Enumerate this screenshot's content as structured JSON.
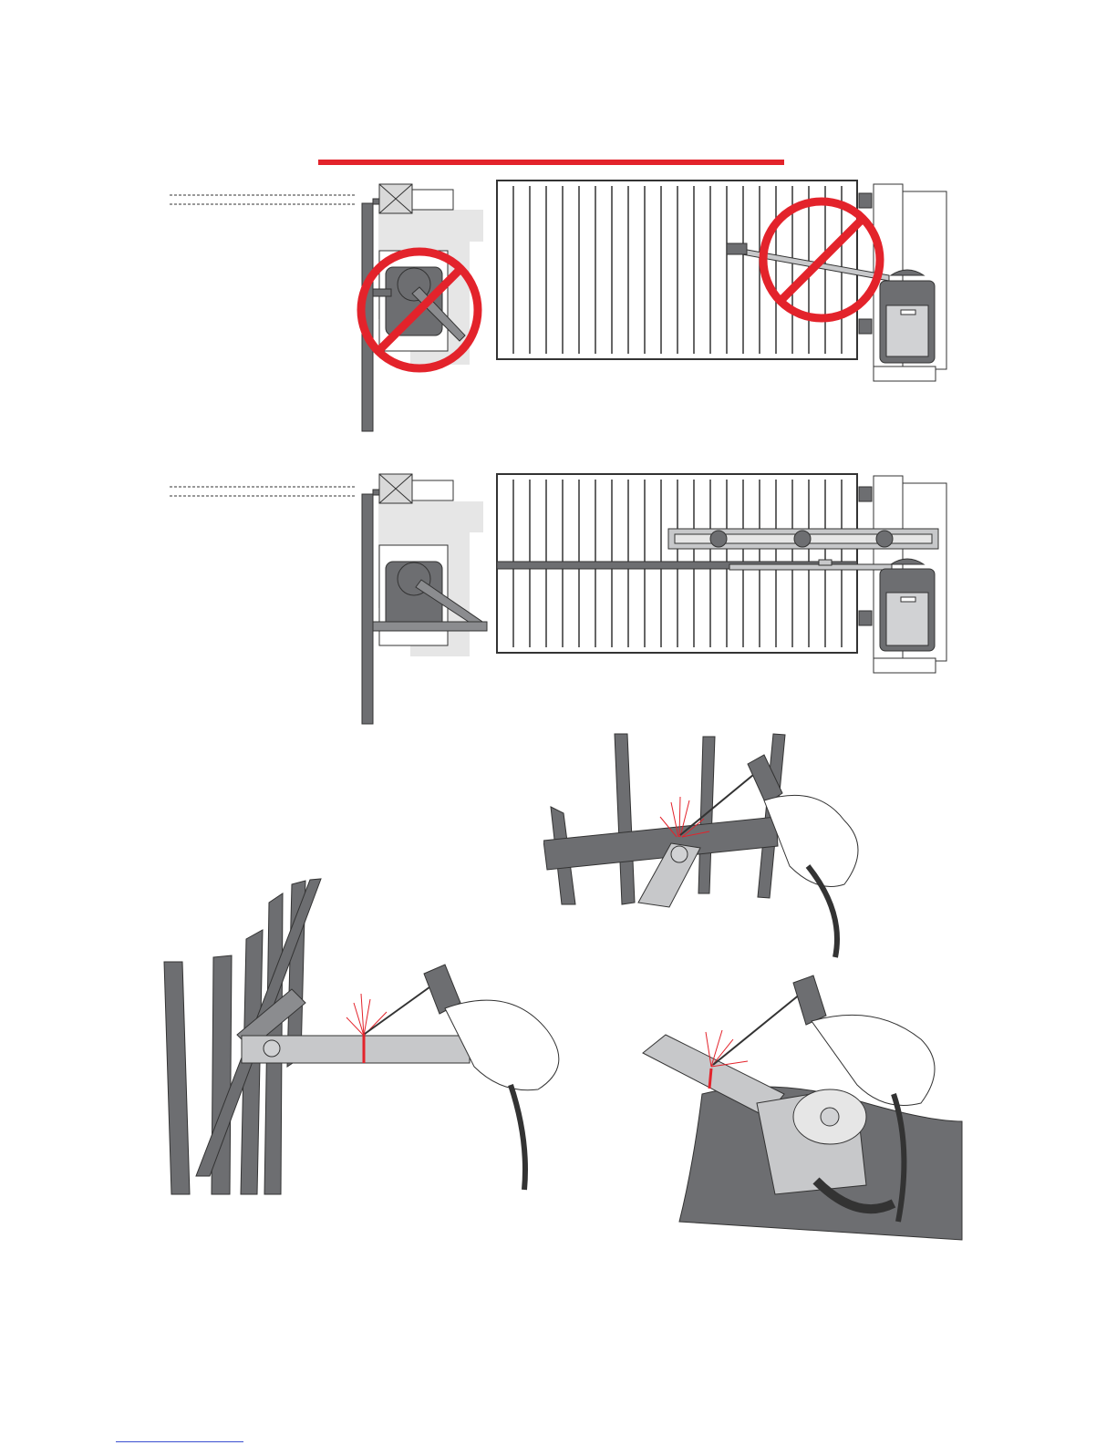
{
  "colors": {
    "accent_red": "#e3232b",
    "metal_dark": "#6d6e71",
    "metal_light": "#d1d2d4",
    "outline": "#3a3a3a",
    "concrete": "#ffffff",
    "shadow": "#e6e6e6"
  },
  "figures": [
    {
      "id": "gate-incorrect",
      "status": "prohibited",
      "icon": "no-entry-icon"
    },
    {
      "id": "gate-correct",
      "status": "correct",
      "icon": "spirit-level-icon"
    },
    {
      "id": "weld-gate-bracket",
      "icon": "welding-torch-icon"
    },
    {
      "id": "weld-arm-bracket",
      "icon": "welding-torch-icon"
    },
    {
      "id": "weld-operator-arm",
      "icon": "welding-torch-icon"
    }
  ]
}
